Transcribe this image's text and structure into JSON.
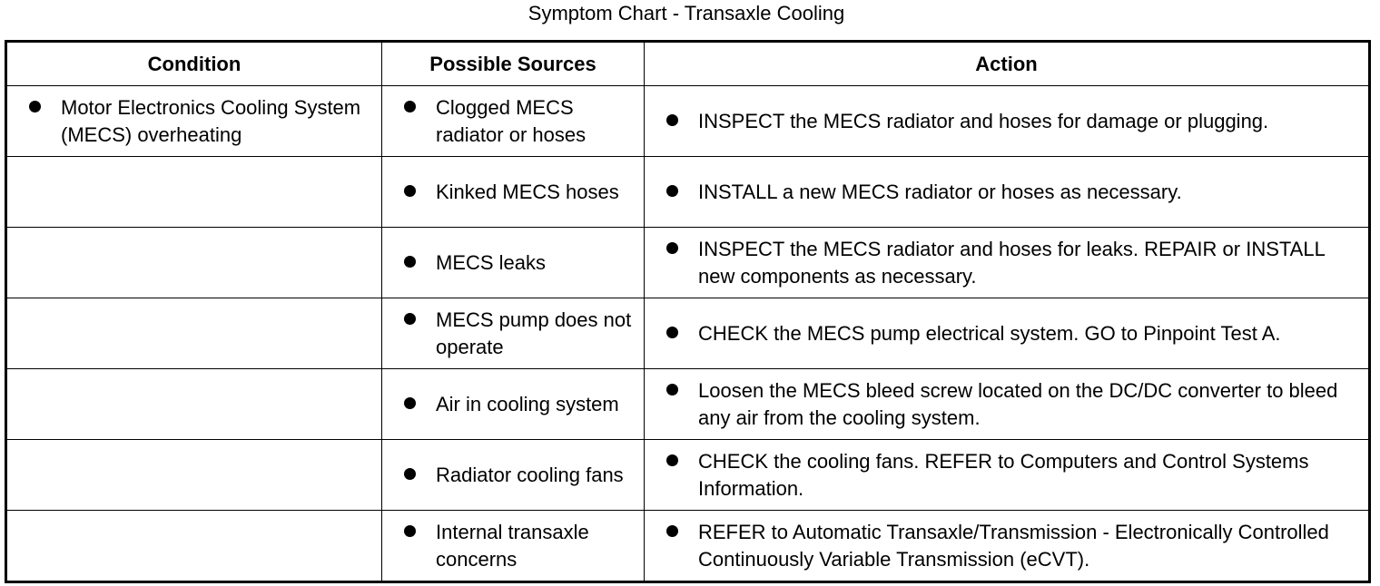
{
  "title": "Symptom Chart - Transaxle Cooling",
  "headers": {
    "condition": "Condition",
    "sources": "Possible Sources",
    "action": "Action"
  },
  "rows": [
    {
      "condition": "Motor Electronics Cooling System (MECS) overheating",
      "source": "Clogged MECS radiator or hoses",
      "action": "INSPECT the MECS radiator and hoses for damage or plugging."
    },
    {
      "condition": "",
      "source": "Kinked MECS hoses",
      "action": "INSTALL a new MECS radiator or hoses as necessary."
    },
    {
      "condition": "",
      "source": "MECS leaks",
      "action": "INSPECT the MECS radiator and hoses for leaks. REPAIR or INSTALL new components as necessary."
    },
    {
      "condition": "",
      "source": "MECS pump does not operate",
      "action": "CHECK the MECS pump electrical system. GO to Pinpoint Test A."
    },
    {
      "condition": "",
      "source": "Air in cooling system",
      "action": "Loosen the MECS bleed screw located on the DC/DC converter to bleed any air from the cooling system."
    },
    {
      "condition": "",
      "source": "Radiator cooling fans",
      "action": "CHECK the cooling fans. REFER to Computers and Control Systems Information."
    },
    {
      "condition": "",
      "source": "Internal transaxle concerns",
      "action": "REFER to Automatic Transaxle/Transmission - Electronically Controlled Continuously Variable Transmission (eCVT)."
    }
  ]
}
